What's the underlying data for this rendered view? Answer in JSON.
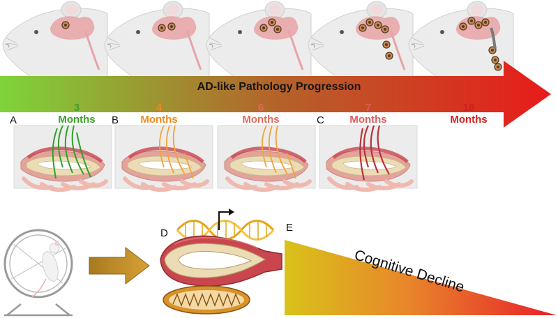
{
  "arrow_label": "AD-like Pathology Progression",
  "timepoints": [
    {
      "number": "3",
      "unit": "Months",
      "color": "#3aa02c"
    },
    {
      "number": "4",
      "unit": "Months",
      "color": "#f08a1e"
    },
    {
      "number": "6",
      "unit": "Months",
      "color": "#e06a5a"
    },
    {
      "number": "7",
      "unit": "Months",
      "color": "#e05a5a"
    },
    {
      "number": "18",
      "unit": "Months",
      "color": "#cf1f1f"
    }
  ],
  "panel_labels": {
    "a": "A",
    "b": "B",
    "c": "C",
    "d": "D",
    "e": "E"
  },
  "decline_label": "Cognitive Decline",
  "colors": {
    "arrow_start": "#7ed43a",
    "arrow_mid": "#b4632a",
    "arrow_end": "#e81b1b",
    "muscle": "#c9464f",
    "tendon_bone": "#ecdcb5",
    "mouse_body": "#eeeeee",
    "brain": "#e7a3a6",
    "plaque": "#8a5a3a",
    "dna_gold": "#e3a51a",
    "exercise_arrow": "#c9922b"
  }
}
